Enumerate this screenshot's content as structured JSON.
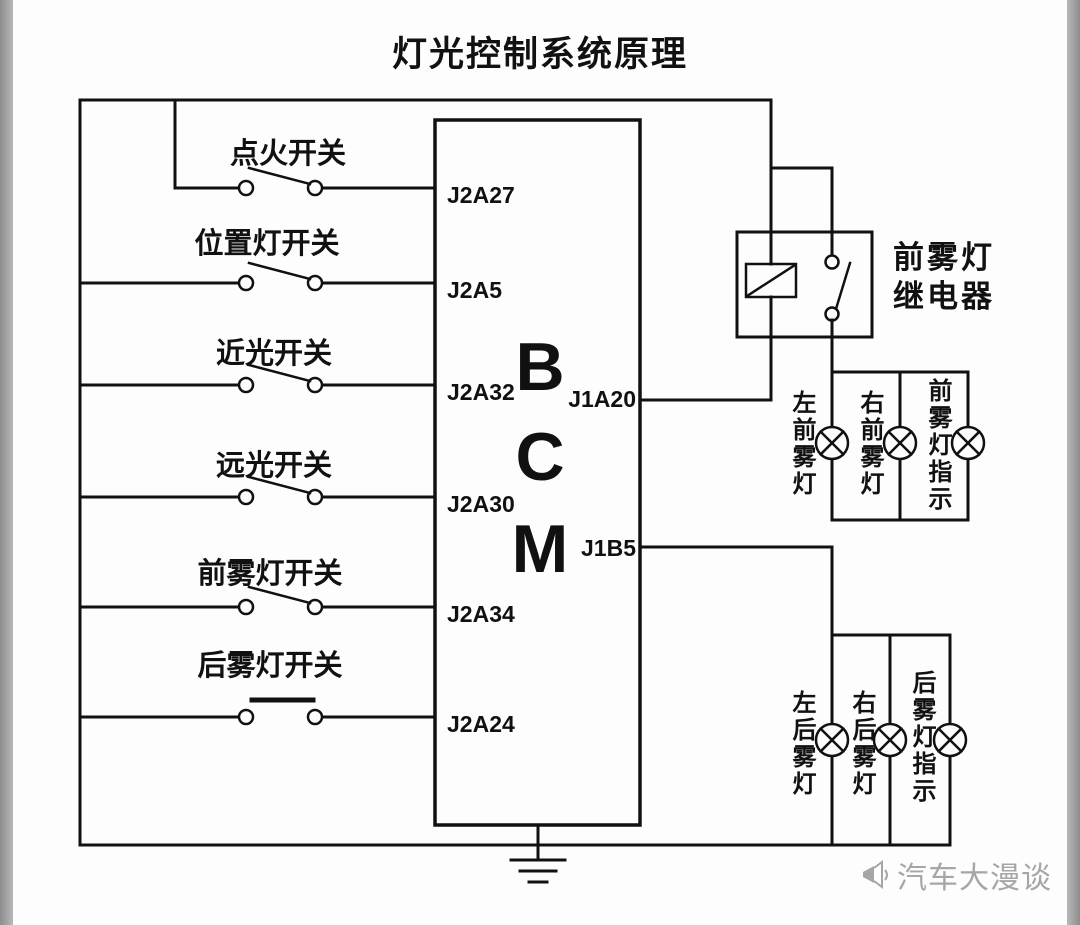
{
  "title": "灯光控制系统原理",
  "switches": [
    {
      "label": "点火开关",
      "pin": "J2A27"
    },
    {
      "label": "位置灯开关",
      "pin": "J2A5"
    },
    {
      "label": "近光开关",
      "pin": "J2A32"
    },
    {
      "label": "远光开关",
      "pin": "J2A30"
    },
    {
      "label": "前雾灯开关",
      "pin": "J2A34"
    },
    {
      "label": "后雾灯开关",
      "pin": "J2A24"
    }
  ],
  "bcm": {
    "letters": [
      "B",
      "C",
      "M"
    ],
    "right_pins": [
      "J1A20",
      "J1B5"
    ]
  },
  "relay": {
    "label": "前雾灯\n继电器"
  },
  "front_fog_group": {
    "lamps": [
      "左前雾灯",
      "右前雾灯",
      "前雾灯指示"
    ]
  },
  "rear_fog_group": {
    "lamps": [
      "左后雾灯",
      "右后雾灯",
      "后雾灯指示"
    ]
  },
  "watermark": {
    "text": "汽车大漫谈"
  },
  "colors": {
    "line": "#111111",
    "watermark": "#a6a6a6",
    "border_bar": "#9a9a9a",
    "background": "#fdfdfd"
  }
}
